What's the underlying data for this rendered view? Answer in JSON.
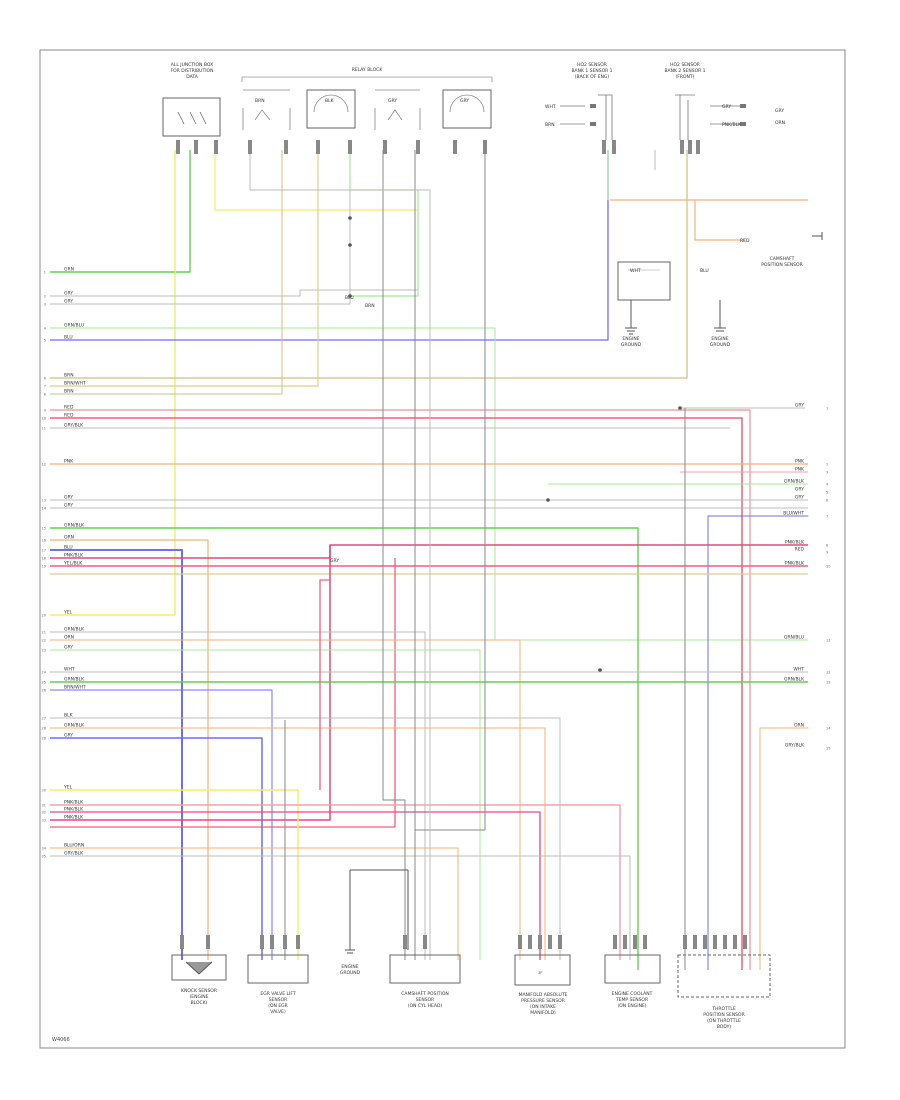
{
  "diagram": {
    "footer_code": "W4066",
    "components": [
      {
        "key": "jb1",
        "lines": [
          "ALL JUNCTION BOX",
          "FOR DISTRIBUTION",
          "DATA"
        ]
      },
      {
        "key": "relayblk",
        "lines": [
          "RELAY BLOCK"
        ]
      },
      {
        "key": "o2front",
        "lines": [
          "HO2 SENSOR",
          "BANK 1 SENSOR 1",
          "(BACK OF ENG)"
        ]
      },
      {
        "key": "o2rear",
        "lines": [
          "HO2 SENSOR",
          "BANK 2 SENSOR 1",
          "(FRONT)"
        ]
      },
      {
        "key": "ground1",
        "lines": [
          "ENGINE",
          "GROUND"
        ]
      },
      {
        "key": "ground2",
        "lines": [
          "ENGINE",
          "GROUND"
        ]
      },
      {
        "key": "camgnd",
        "lines": [
          "CAMSHAFT",
          "POSITION SENSOR"
        ]
      },
      {
        "key": "knock",
        "lines": [
          "KNOCK SENSOR",
          "(ENGINE",
          "BLOCK)"
        ]
      },
      {
        "key": "egrlift",
        "lines": [
          "EGR VALVE LIFT",
          "SENSOR",
          "(ON EGR",
          "VALVE)"
        ]
      },
      {
        "key": "gnd3",
        "lines": [
          "ENGINE",
          "GROUND"
        ]
      },
      {
        "key": "camsensor",
        "lines": [
          "CAMSHAFT POSITION",
          "SENSOR",
          "(ON CYL HEAD)"
        ]
      },
      {
        "key": "mapsensor",
        "lines": [
          "MANIFOLD ABSOLUTE",
          "PRESSURE SENSOR",
          "(ON INTAKE",
          "MANIFOLD)"
        ]
      },
      {
        "key": "ectsensor",
        "lines": [
          "ENGINE COOLANT",
          "TEMP SENSOR",
          "(ON ENGINE)"
        ]
      },
      {
        "key": "throttle",
        "lines": [
          "THROTTLE",
          "POSITION SENSOR",
          "(ON THROTTLE",
          "BODY)"
        ]
      }
    ],
    "left_labels": [
      "GRN",
      "GRY",
      "GRY",
      "GRN/BLU",
      "BLU",
      "BRN",
      "BRN/WHT",
      "BRN",
      "RED",
      "RED",
      "GRY/BLK",
      "PNK",
      "GRY",
      "GRY",
      "GRN/BLK",
      "ORN",
      "BLU",
      "PNK/BLK",
      "YEL/BLK",
      "YEL",
      "GRN/BLK",
      "ORN",
      "GRY",
      "WHT",
      "GRN/BLK",
      "BRN/WHT",
      "BLK",
      "GRN/BLK",
      "GRY",
      "YEL",
      "PNK/BLK",
      "PNK/BLK",
      "PNK/BLK",
      "BLU/ORN",
      "GRY/BLK"
    ],
    "right_labels": [
      "GRY",
      "PNK",
      "PNK",
      "GRN/BLK",
      "GRY",
      "GRY",
      "BLU/WHT",
      "PNK/BLK",
      "RED",
      "PNK/BLK",
      "GRN/BLU",
      "WHT",
      "GRN/BLK",
      "ORN",
      "GRY/BLK"
    ],
    "misc_labels": [
      "BRN",
      "BLK",
      "GRY",
      "GRY",
      "WHT",
      "BRN",
      "GRY",
      "PNK/BLK",
      "GRY",
      "ORN",
      "BLU",
      "BRN",
      "RED",
      "WHT",
      "BLU",
      "GRY"
    ]
  }
}
